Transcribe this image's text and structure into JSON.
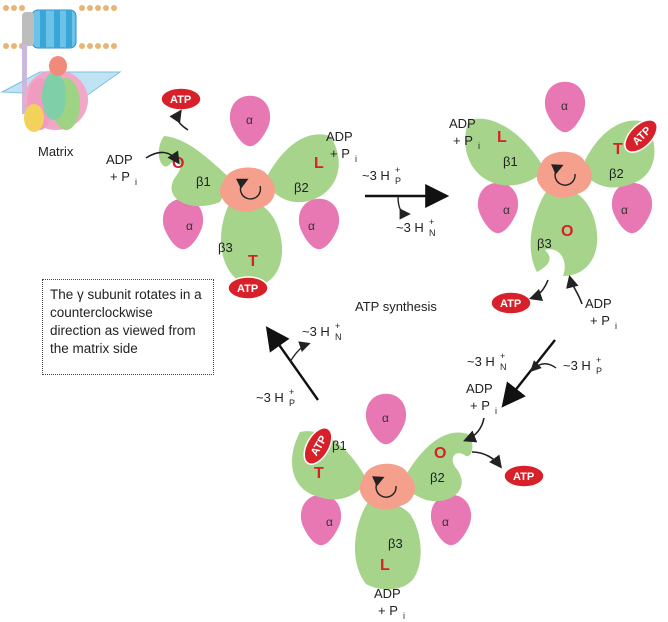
{
  "labels": {
    "matrix": "Matrix",
    "atp": "ATP",
    "adp": "ADP",
    "pi": "+ P",
    "pi_sub": "i",
    "alpha": "α",
    "atp_synthesis": "ATP synthesis",
    "proton_p": "~3 H",
    "proton_p_sub": "P",
    "proton_n": "~3 H",
    "proton_n_sub": "N",
    "plus": "+"
  },
  "note": "The γ subunit rotates in a counterclockwise direction as viewed from the matrix side",
  "rotors": [
    {
      "b1_state": "O",
      "b2_state": "L",
      "b3_state": "T",
      "b1": "β1",
      "b2": "β2",
      "b3": "β3"
    },
    {
      "b1_state": "L",
      "b2_state": "T",
      "b3_state": "O",
      "b1": "β1",
      "b2": "β2",
      "b3": "β3"
    },
    {
      "b1_state": "T",
      "b2_state": "O",
      "b3_state": "L",
      "b1": "β1",
      "b2": "β2",
      "b3": "β3"
    }
  ],
  "colors": {
    "alpha": "#e878b4",
    "beta": "#a6d48b",
    "gamma": "#f4a08c",
    "atp": "#d8202a",
    "state": "#d8202a"
  }
}
